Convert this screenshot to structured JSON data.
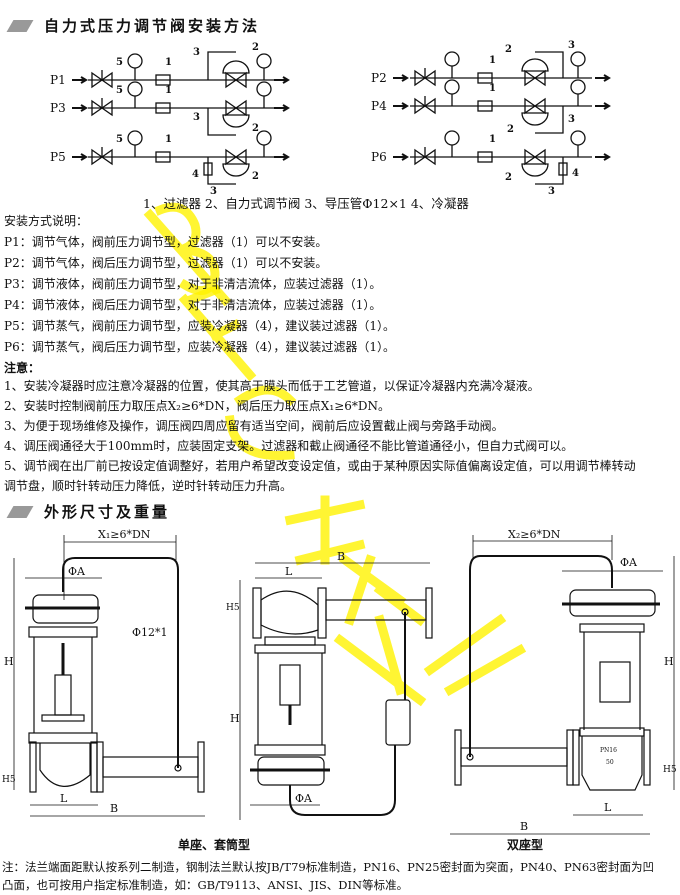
{
  "section1": {
    "title": "自力式压力调节阀安装方法"
  },
  "install_diagram": {
    "left_rows": [
      "P1",
      "P3",
      "P5"
    ],
    "right_rows": [
      "P2",
      "P4",
      "P6"
    ],
    "callouts": [
      "1",
      "2",
      "3",
      "4",
      "5"
    ],
    "legend": "1、过滤器 2、自力式调节阀 3、导压管Φ12×1  4、冷凝器"
  },
  "install_notes": {
    "heading": "安装方式说明：",
    "items": [
      "P1：调节气体，阀前压力调节型，过滤器（1）可以不安装。",
      "P2：调节气体，阀后压力调节型，过滤器（1）可以不安装。",
      "P3：调节液体，阀前压力调节型，对于非清洁流体，应装过滤器（1）。",
      "P4：调节液体，阀后压力调节型，对于非清洁流体，应装过滤器（1）。",
      "P5：调节蒸气，阀前压力调节型，应装冷凝器（4），建议装过滤器（1）。",
      "P6：调节蒸气，阀后压力调节型，应装冷凝器（4），建议装过滤器（1）。"
    ]
  },
  "attention": {
    "heading": "注意：",
    "items": [
      "1、安装冷凝器时应注意冷凝器的位置，使其高于膜头而低于工艺管道，以保证冷凝器内充满冷凝液。",
      "2、安装时控制阀前压力取压点X₂≥6*DN，阀后压力取压点X₁≥6*DN。",
      "3、为便于现场维修及操作，调压阀四周应留有适当空间，阀前后应设置截止阀与旁路手动阀。",
      "4、调压阀通径大于100mm时，应装固定支架。过滤器和截止阀通径不能比管道通径小，但自力式阀可以。",
      "5、调节阀在出厂前已按设定值调整好，若用户希望改变设定值，或由于某种原因实际值偏离设定值，可以用调节棒转动",
      "   调节盘，顺时针转动压力降低，逆时针转动压力升高。"
    ]
  },
  "section2": {
    "title": "外形尺寸及重量"
  },
  "dimensions": {
    "x1": "X₁≥6*DN",
    "x2": "X₂≥6*DN",
    "phiA": "ΦA",
    "tube": "Φ12*1",
    "H": "H",
    "H5": "H5",
    "L": "L",
    "B": "B",
    "pn": "PN16",
    "dn": "50"
  },
  "captions": {
    "single": "单座、套筒型",
    "double": "双座型"
  },
  "footnote": [
    "注：法兰端面距默认按系列二制造，钢制法兰默认按JB/T79标准制造，PN16、PN25密封面为突面，PN40、PN63密封面为凹",
    "    凸面，也可按用户指定标准制造，如：GB/T9113、ANSI、JIS、DIN等标准。"
  ],
  "watermark": [
    "BFC",
    "上控阀业"
  ]
}
